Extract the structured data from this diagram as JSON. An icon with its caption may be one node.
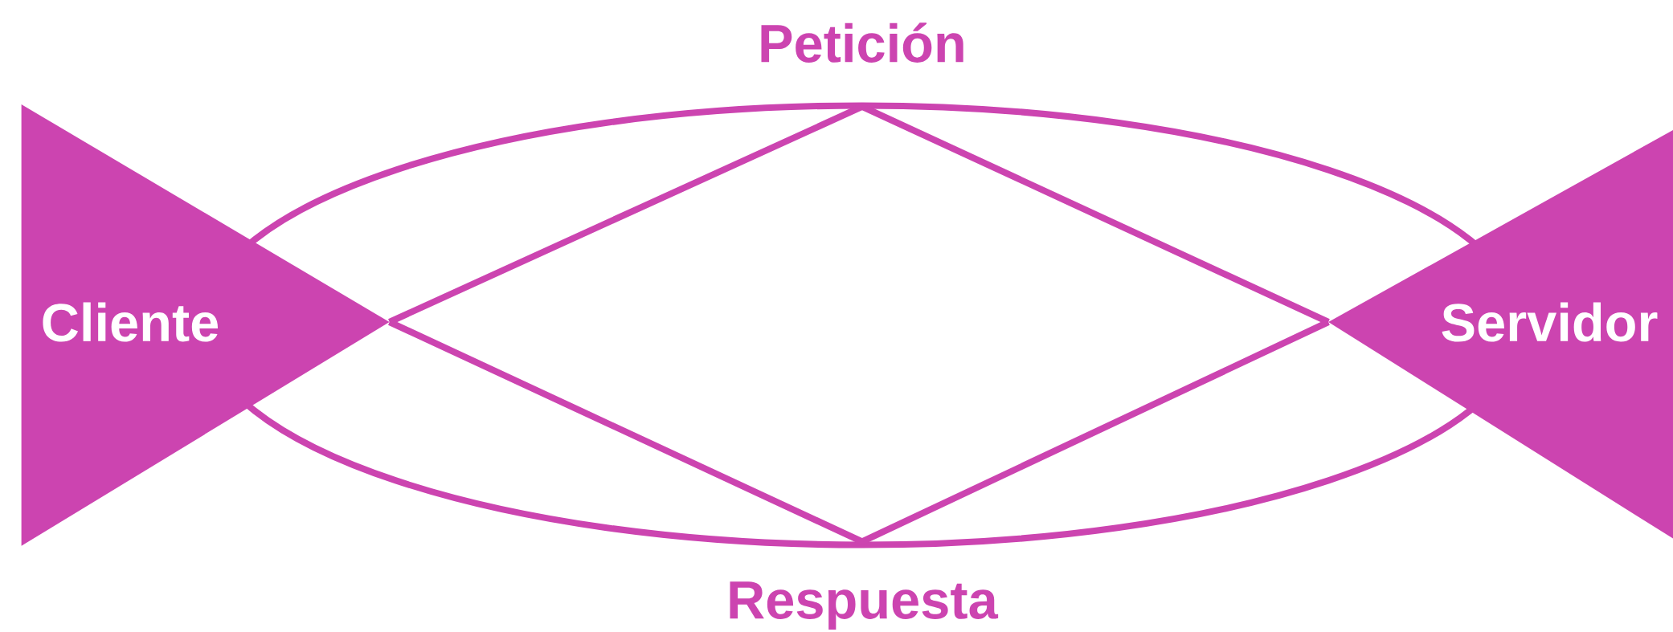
{
  "diagram": {
    "nodes": [
      {
        "text": [
          "Cliente"
        ]
      },
      {
        "text": [
          "Servidor"
        ]
      }
    ],
    "edges": [
      {
        "from": 0,
        "to": 1,
        "arrow": "none",
        "label": "Petición"
      },
      {
        "from": 1,
        "to": 0,
        "arrow": "none",
        "label": "Respuesta"
      }
    ]
  }
}
